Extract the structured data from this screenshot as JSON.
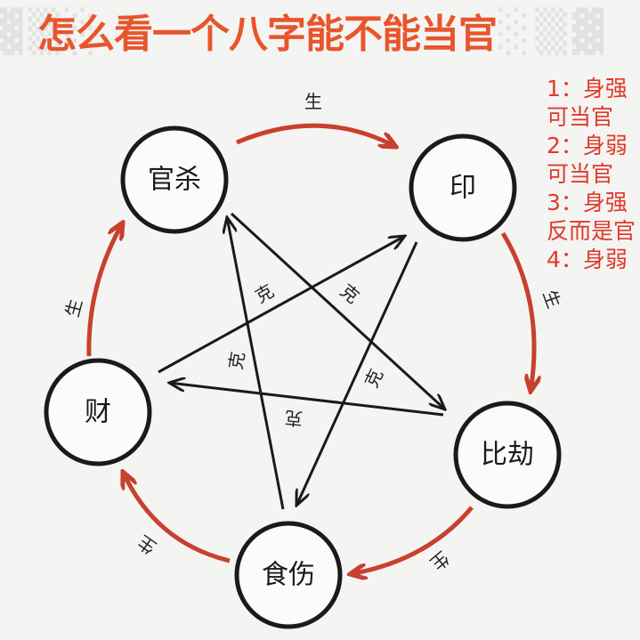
{
  "title": "怎么看一个八字能不能当官",
  "notes": [
    "1：身强",
    "可当官",
    "2：身弱",
    "可当官",
    "3：身强",
    "反而是官",
    "4：身弱"
  ],
  "nodes": {
    "guansha": "官杀",
    "yin": "印",
    "bijie": "比劫",
    "shishang": "食伤",
    "cai": "财"
  },
  "generate_label": "生",
  "control_label": "克",
  "colors": {
    "title": "#e8552c",
    "generate_arrow": "#c8402e",
    "control_arrow": "#1a1a1a",
    "notes": "#e03a2a"
  }
}
